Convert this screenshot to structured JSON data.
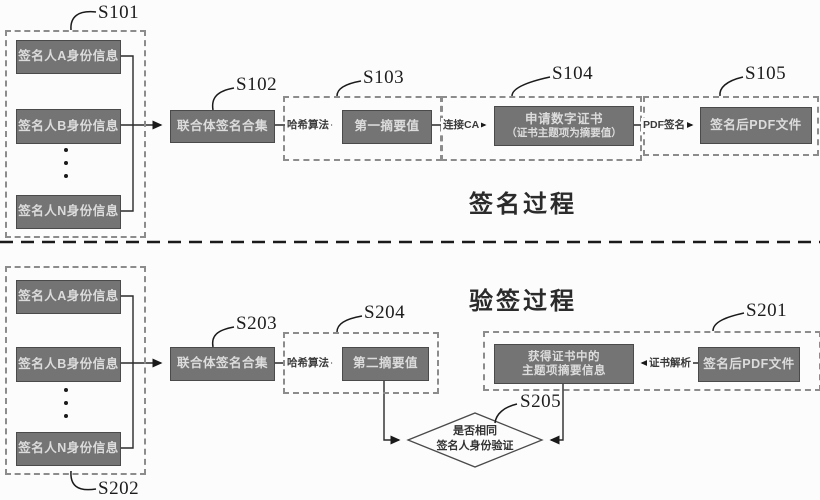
{
  "sections": {
    "signing_title": "签名过程",
    "verify_title": "验签过程"
  },
  "labels": {
    "s101": "S101",
    "s102": "S102",
    "s103": "S103",
    "s104": "S104",
    "s105": "S105",
    "s201": "S201",
    "s202": "S202",
    "s203": "S203",
    "s204": "S204",
    "s205": "S205"
  },
  "signers": {
    "a": "签名人A身份信息",
    "b": "签名人B身份信息",
    "n": "签名人N身份信息"
  },
  "signing": {
    "joint_set": "联合体签名合集",
    "hash_algo": "哈希算法",
    "first_digest": "第一摘要值",
    "connect_ca": "连接CA",
    "apply_cert_line1": "申请数字证书",
    "apply_cert_line2": "（证书主题项为摘要值）",
    "pdf_sign": "PDF签名",
    "signed_pdf": "签名后PDF文件"
  },
  "verify": {
    "joint_set": "联合体签名合集",
    "hash_algo": "哈希算法",
    "second_digest": "第二摘要值",
    "cert_subject_line1": "获得证书中的",
    "cert_subject_line2": "主题项摘要信息",
    "cert_parse": "证书解析",
    "signed_pdf": "签名后PDF文件",
    "decision_line1": "是否相同",
    "decision_line2": "签名人身份验证"
  },
  "colors": {
    "box_fill": "#747474",
    "box_border": "#4a4a4a",
    "box_text": "#dcdcdc",
    "dashed_border": "#8c8c8c",
    "line": "#2a2a2a",
    "background": "#fcfcfc"
  }
}
